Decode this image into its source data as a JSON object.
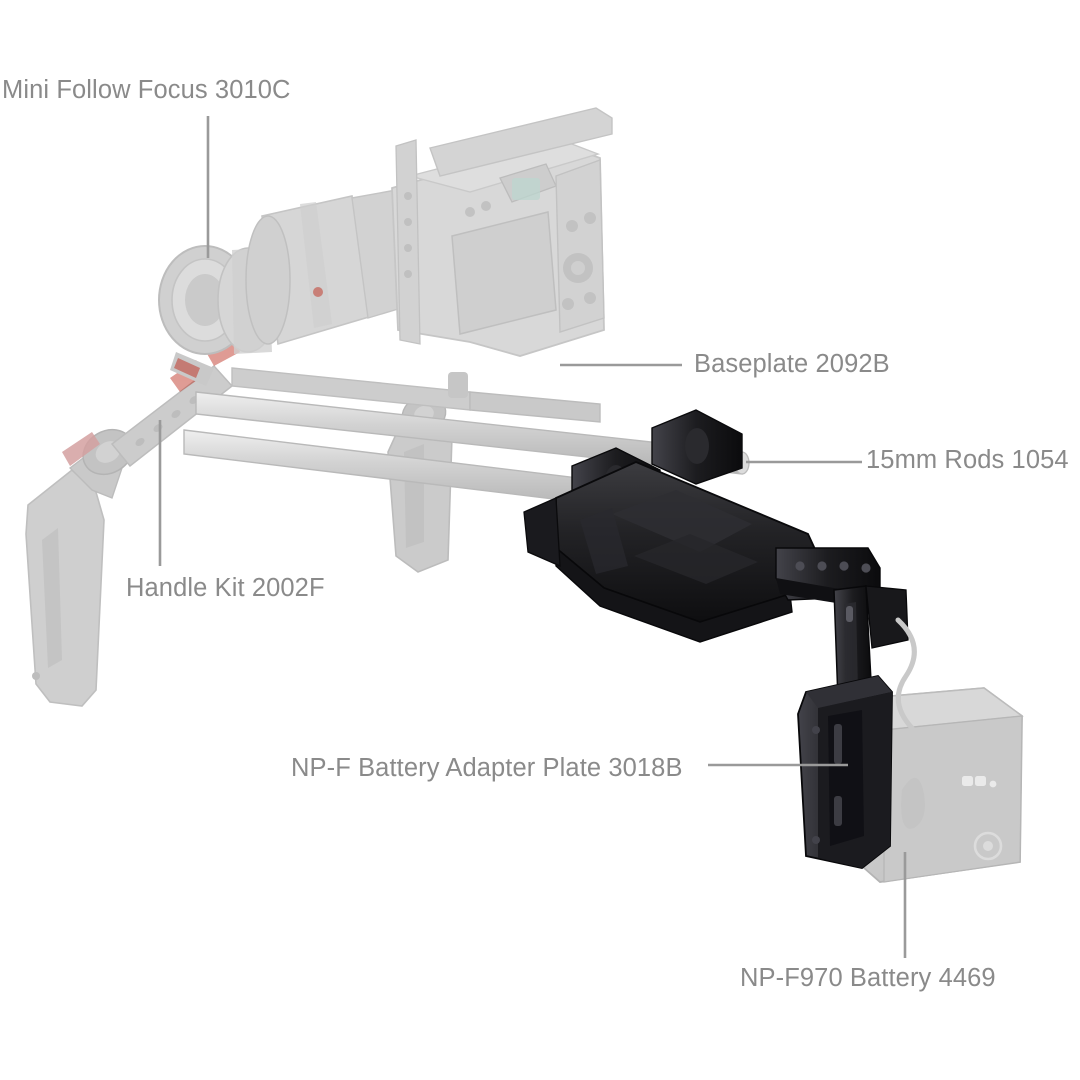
{
  "diagram": {
    "title_visible": false,
    "background_color": "#ffffff",
    "label_text_color": "#8a8a8a",
    "leader_line_color": "#9a9a9a",
    "highlight_color": "#1d1d1f",
    "ghost_color": "#d4d4d4",
    "accent_color": "#c0392b",
    "callouts": [
      {
        "id": "follow-focus",
        "label": "Mini Follow Focus 3010C",
        "leader": "vertical",
        "highlighted": false
      },
      {
        "id": "baseplate",
        "label": "Baseplate 2092B",
        "leader": "horizontal",
        "highlighted": true
      },
      {
        "id": "rods",
        "label": "15mm Rods 1054",
        "leader": "horizontal",
        "highlighted": false
      },
      {
        "id": "handle-kit",
        "label": "Handle Kit 2002F",
        "leader": "vertical",
        "highlighted": false
      },
      {
        "id": "adapter-plate",
        "label": "NP-F Battery Adapter Plate 3018B",
        "leader": "horizontal",
        "highlighted": true
      },
      {
        "id": "battery",
        "label": "NP-F970 Battery 4469",
        "leader": "vertical",
        "highlighted": false
      }
    ]
  }
}
